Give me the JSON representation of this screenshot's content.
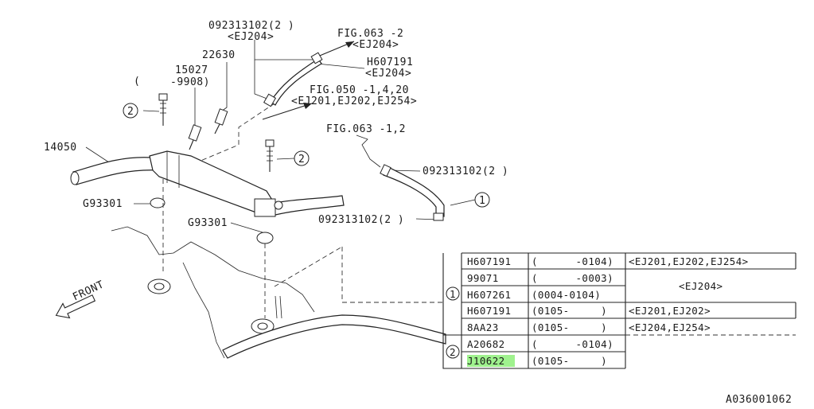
{
  "labels": {
    "p_092313102_top": "092313102(2 )",
    "p_092313102_top_var": "<EJ204>",
    "fig063_2": "FIG.063 -2",
    "fig063_2_var": "<EJ204>",
    "h607191_a": "H607191",
    "h607191_a_var": "<EJ204>",
    "p22630": "22630",
    "p15027": "15027",
    "p15027_range": "-9908)",
    "paren_open": "(",
    "fig050": "FIG.050 -1,4,20",
    "fig050_var": "<EJ201,EJ202,EJ254>",
    "fig063_12": "FIG.063 -1,2",
    "p14050": "14050",
    "p_092313102_mid": "092313102(2 )",
    "p_092313102_low": "092313102(2 )",
    "g93301_a": "G93301",
    "g93301_b": "G93301",
    "front": "FRONT",
    "callout_1": "1",
    "callout_2": "2",
    "callout_2b": "2",
    "drawing_id": "A036001062"
  },
  "table": {
    "groups": [
      {
        "ref": "1",
        "rows": [
          {
            "part": "H607191",
            "period": "(      -0104)",
            "spec": "<EJ201,EJ202,EJ254>"
          },
          {
            "part": "99071",
            "period": "(      -0003)",
            "spec": "<EJ204>"
          },
          {
            "part": "H607261",
            "period": "(0004-0104)",
            "spec": ""
          },
          {
            "part": "H607191",
            "period": "(0105-     )",
            "spec": "<EJ201,EJ202>"
          },
          {
            "part": "8AA23",
            "period": "(0105-     )",
            "spec": "<EJ204,EJ254>"
          }
        ]
      },
      {
        "ref": "2",
        "rows": [
          {
            "part": "A20682",
            "period": "(      -0104)",
            "spec": ""
          },
          {
            "part": "J10622",
            "period": "(0105-     )",
            "spec": "",
            "highlighted": true
          }
        ]
      }
    ]
  },
  "highlight_color": "#8ef07a"
}
